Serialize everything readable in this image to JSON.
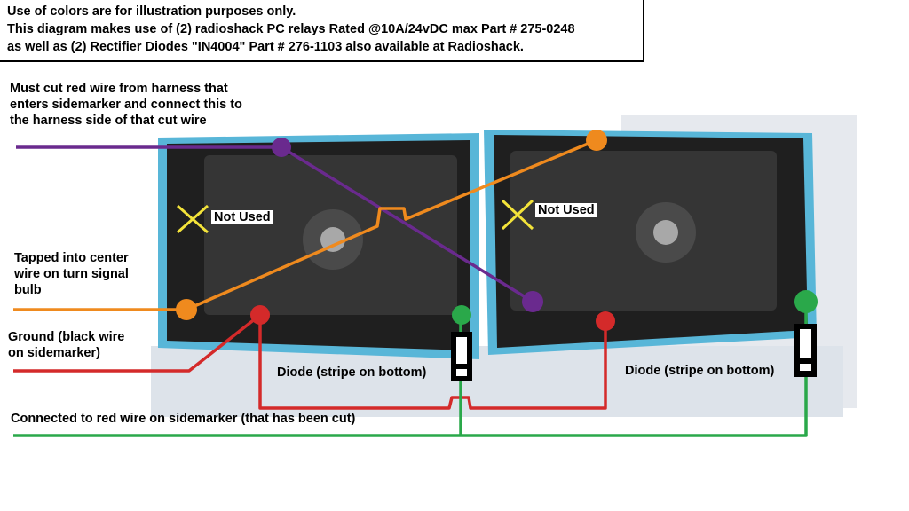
{
  "header": {
    "line1": "Use of colors are for illustration purposes only.",
    "line2": "This diagram makes use of (2) radioshack PC relays Rated @10A/24vDC max Part # 275-0248",
    "line3": " as well as (2) Rectifier Diodes \"IN4004\" Part # 276-1103 also available at Radioshack."
  },
  "labels": {
    "purple_1": "Must cut red wire from harness that",
    "purple_2": "enters sidemarker and connect this to",
    "purple_3": "the harness side of that cut wire",
    "orange_1": "Tapped into center",
    "orange_2": "wire on turn signal",
    "orange_3": "bulb",
    "ground_1": "Ground (black wire",
    "ground_2": "on sidemarker)",
    "diode_left": "Diode (stripe on bottom)",
    "diode_right": "Diode (stripe on bottom)",
    "green": "Connected to red wire  on sidemarker (that has been cut)",
    "not_used_left": "Not Used",
    "not_used_right": "Not Used"
  },
  "colors": {
    "purple": "#6a2a8e",
    "orange": "#ef8a1e",
    "red": "#d42a2a",
    "green": "#2aa84a",
    "relay_body": "#1e1e1e",
    "relay_frame": "#58b6d8",
    "not_used_x": "#f3e33a"
  }
}
